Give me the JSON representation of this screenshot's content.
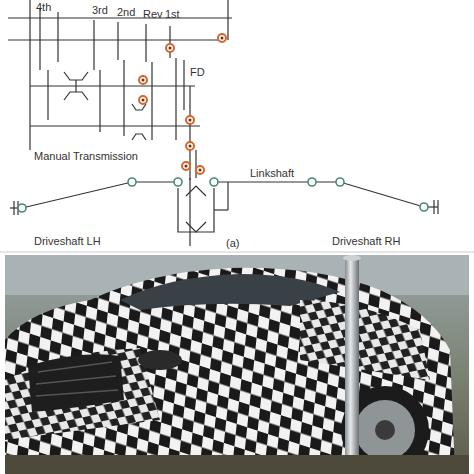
{
  "diagram": {
    "labels": [
      "4th",
      "3rd",
      "2nd",
      "Rev",
      "1st",
      "FD",
      "Manual Transmission",
      "Linkshaft",
      "Driveshaft LH",
      "(a)",
      "Driveshaft RH"
    ]
  }
}
